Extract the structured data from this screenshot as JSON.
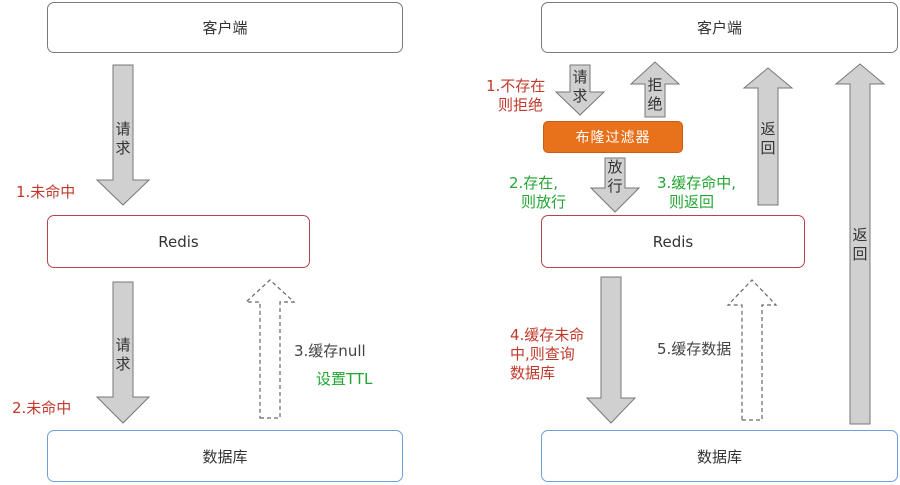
{
  "left": {
    "client_label": "客户端",
    "redis_label": "Redis",
    "db_label": "数据库",
    "request_1": "请求",
    "miss_1": "1.未命中",
    "request_2": "请求",
    "miss_2": "2.未命中",
    "cache_null": "3.缓存null",
    "set_ttl": "设置TTL"
  },
  "right": {
    "client_label": "客户端",
    "redis_label": "Redis",
    "db_label": "数据库",
    "filter_label": "布隆过滤器",
    "request": "请求",
    "reject": "拒绝",
    "return_1": "返回",
    "return_2": "返回",
    "release": "放行",
    "not_exist": [
      "1.不存在",
      "则拒绝"
    ],
    "exists": [
      "2.存在,",
      "则放行"
    ],
    "cache_hit": [
      "3.缓存命中,",
      "则返回"
    ],
    "cache_miss": [
      "4.缓存未命",
      "中,则查询",
      "数据库"
    ],
    "cache_data": "5.缓存数据"
  },
  "colors": {
    "red_text": "#c0392b",
    "green_text": "#22a532",
    "filter_orange": "#e8711c",
    "arrow_fill": "#d0d0d0",
    "redis_border": "#b5444c",
    "db_border": "#6f9fd8"
  }
}
